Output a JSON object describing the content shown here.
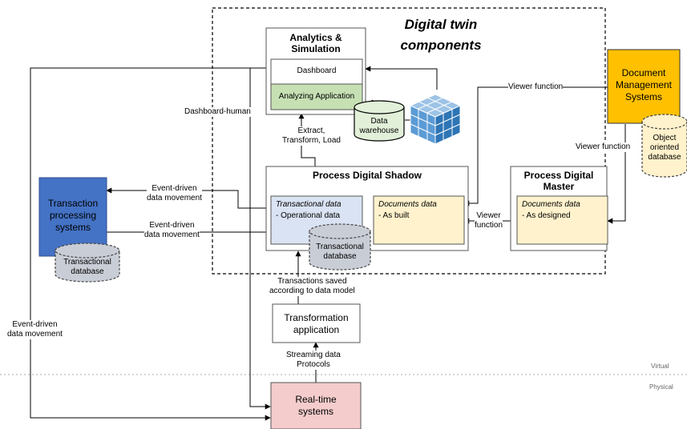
{
  "title": "Digital twin\ncomponents",
  "colors": {
    "dashed_frame": "#000000",
    "analytics_green": "#c6e0b4",
    "db_fill": "#c9cdd6",
    "dw_fill": "#e2f0d9",
    "cube_blue": "#5b9bd5",
    "tps_fill": "#4472c4",
    "transactional_fill": "#dae3f3",
    "documents_fill": "#fff2cc",
    "dms_fill": "#ffc000",
    "realtime_fill": "#f4cccc"
  },
  "nodes": {
    "analytics": {
      "title": "Analytics &\nSimulation",
      "dashboard": "Dashboard",
      "analyzing": "Analyzing Application"
    },
    "data_warehouse": "Data\nwarehouse",
    "dms": "Document\nManagement\nSystems",
    "object_db": "Object\noriented\ndatabase",
    "shadow": {
      "title": "Process Digital Shadow",
      "trans_head": "Transactional data",
      "trans_body": "- Operational data",
      "docs_head": "Documents data",
      "docs_body": "- As built",
      "trans_db": "Transactional\ndatabase"
    },
    "master": {
      "title": "Process Digital\nMaster",
      "docs_head": "Documents data",
      "docs_body": "- As designed"
    },
    "tps": "Transaction\nprocessing\nsystems",
    "tps_db": "Transactional\ndatabase",
    "transformation": "Transformation\napplication",
    "realtime": "Real-time\nsystems"
  },
  "edge_labels": {
    "dashboard_human": "Dashboard-human",
    "etl": "Extract,\nTransform, Load",
    "viewer_top": "Viewer function",
    "viewer_right": "Viewer function",
    "viewer_mid": "Viewer\nfunction",
    "event_upper": "Event-driven\ndata movement",
    "event_lower": "Event-driven\ndata movement",
    "event_left": "Event-driven\ndata movement",
    "transactions_saved": "Transactions saved\naccording to data model",
    "streaming": "Streaming data\nProtocols"
  },
  "zones": {
    "virtual": "Virtual",
    "physical": "Physical"
  }
}
